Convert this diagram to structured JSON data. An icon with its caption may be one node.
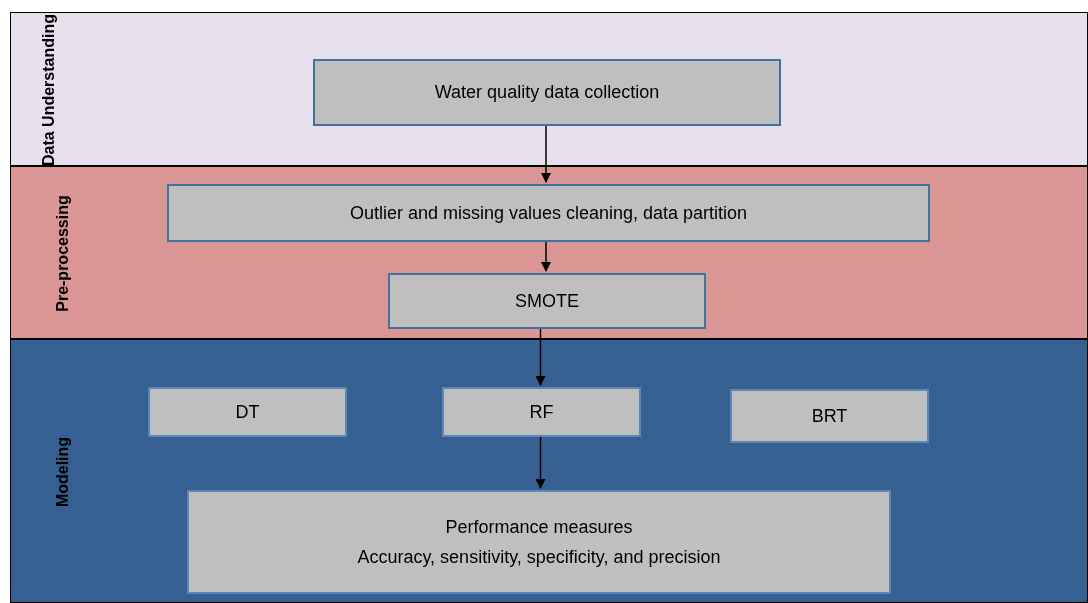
{
  "diagram": {
    "nodes": [
      {
        "text": [
          "Data Understanding"
        ]
      },
      {
        "text": [
          "Water quality data collection"
        ],
        "in": 0
      },
      {
        "text": [
          "Pre-processing"
        ]
      },
      {
        "text": [
          "Outlier and missing values cleaning, data partition"
        ],
        "in": 2
      },
      {
        "text": [
          "SMOTE"
        ],
        "in": 2
      },
      {
        "text": [
          "Modeling"
        ]
      },
      {
        "text": [
          "DT"
        ],
        "in": 5
      },
      {
        "text": [
          "RF"
        ],
        "in": 5
      },
      {
        "text": [
          "BRT"
        ],
        "in": 5
      },
      {
        "text": [
          "Performance measures",
          "Accuracy, sensitivity, specificity, and precision"
        ],
        "in": 5
      }
    ],
    "edges": [
      {
        "from": 1,
        "to": 3,
        "arrow": "to"
      },
      {
        "from": 3,
        "to": 4,
        "arrow": "to"
      },
      {
        "from": 4,
        "to": 7,
        "arrow": "to"
      },
      {
        "from": 7,
        "to": 9,
        "arrow": "to"
      }
    ]
  }
}
